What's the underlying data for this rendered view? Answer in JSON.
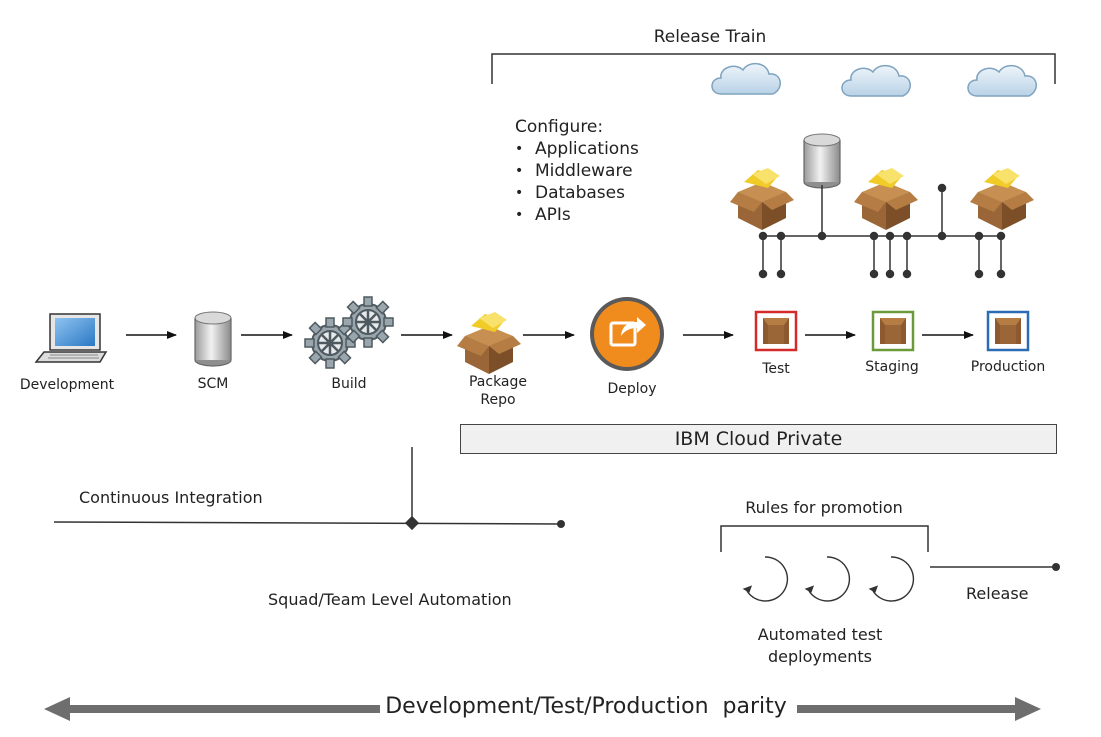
{
  "release_train": {
    "label": "Release Train"
  },
  "configure": {
    "heading": "Configure:",
    "items": [
      "Applications",
      "Middleware",
      "Databases",
      "APIs"
    ]
  },
  "pipeline": [
    {
      "label": "Development",
      "icon": "laptop-icon"
    },
    {
      "label": "SCM",
      "icon": "database-cylinder-icon"
    },
    {
      "label": "Build",
      "icon": "gears-icon"
    },
    {
      "label": "Package\nRepo",
      "icon": "package-box-icon"
    },
    {
      "label": "Deploy",
      "icon": "deploy-share-icon"
    },
    {
      "label": "Test",
      "icon": "box-icon",
      "border_color": "#d42a2a"
    },
    {
      "label": "Staging",
      "icon": "box-icon",
      "border_color": "#6b9a3a"
    },
    {
      "label": "Production",
      "icon": "box-icon",
      "border_color": "#2a6db5"
    }
  ],
  "platform": {
    "label": "IBM Cloud Private"
  },
  "ci": {
    "label": "Continuous Integration"
  },
  "squad": {
    "label": "Squad/Team Level Automation"
  },
  "promotion": {
    "rules_label": "Rules for promotion",
    "automated_label": "Automated test\ndeployments",
    "release_label": "Release"
  },
  "parity": {
    "label": "Development/Test/Production  parity"
  },
  "colors": {
    "deploy_orange": "#f08c1e",
    "test_red": "#d42a2a",
    "staging_green": "#6b9a3a",
    "production_blue": "#2a6db5",
    "box_brown": "#9a6638",
    "cloud_blue": "#c8dceb",
    "arrow_gray": "#666666"
  }
}
